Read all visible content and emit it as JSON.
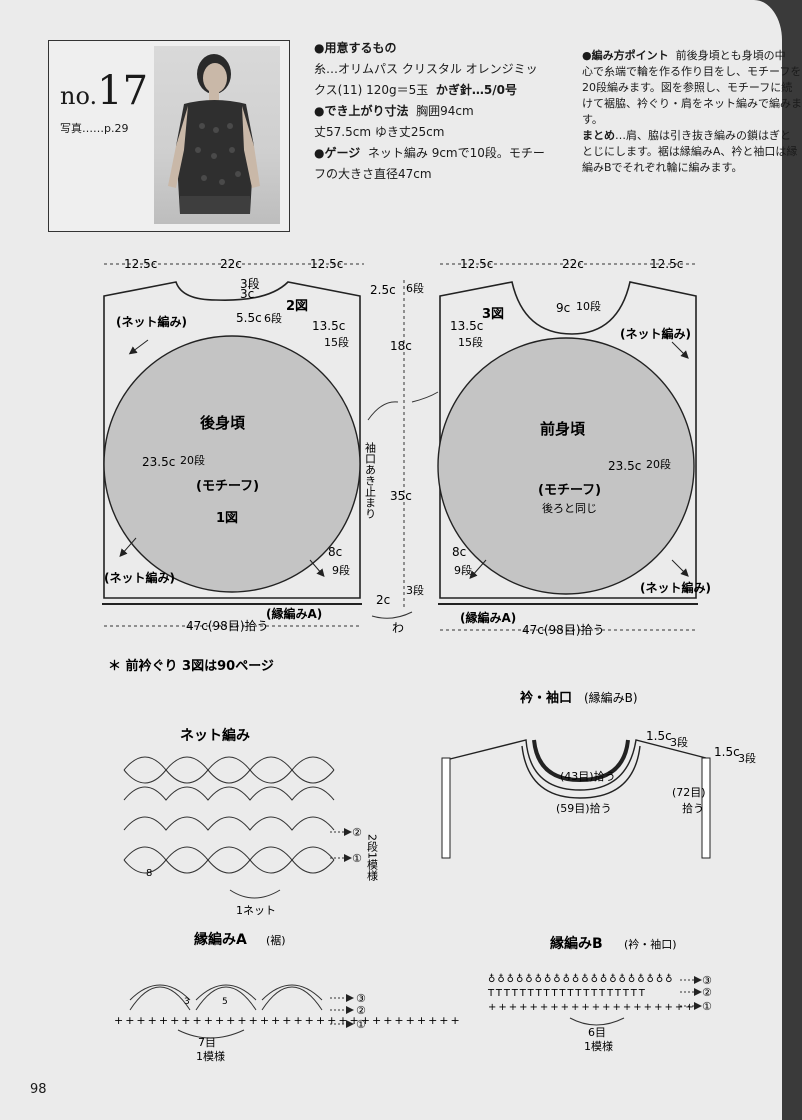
{
  "header": {
    "no_prefix": "no.",
    "no_number": "17",
    "photo_ref": "写真……p.29"
  },
  "materials": {
    "heading": "●用意するもの",
    "line1": "糸…オリムパス クリスタル オレンジミッ",
    "line2": "クス(11) 120g＝5玉",
    "hook": "かぎ針…5/0号",
    "size_heading": "●でき上がり寸法",
    "size1": "胸囲94cm",
    "size2": "丈57.5cm ゆき丈25cm",
    "gauge_heading": "●ゲージ",
    "gauge1": "ネット編み 9cmで10段。モチー",
    "gauge2": "フの大きさ直径47cm"
  },
  "points": {
    "heading": "●編み方ポイント",
    "l1": "前後身頃とも身頃の中",
    "l2": "心で糸端で輪を作る作り目をし、モチーフを",
    "l3": "20段編みます。図を参照し、モチーフに続",
    "l4": "けて裾脇、衿ぐり・肩をネット編みで編みま",
    "l5": "す。",
    "matome_heading": "まとめ",
    "m1": "…肩、脇は引き抜き編みの鎖はぎと",
    "m2": "とじにします。裾は縁編みA、衿と袖口は縁",
    "m3": "編みBでそれぞれ輪に編みます。"
  },
  "back": {
    "d_left": "12.5c",
    "d_mid": "22c",
    "d_right": "12.5c",
    "neck_rows": "3段",
    "neck_depth": "3c",
    "fig": "2図",
    "net": "(ネット編み)",
    "p55": "5.5c",
    "p55_rows": "6段",
    "p135": "13.5c",
    "p135_rows": "15段",
    "title": "後身頃",
    "r235": "23.5c",
    "r235_rows": "20段",
    "motif": "(モチーフ)",
    "fig1": "1図",
    "p8": "8c",
    "p8_rows": "9段",
    "net_bottom": "(ネット編み)",
    "edge": "(縁編みA)",
    "pickup": "47c(98目)拾う"
  },
  "middle": {
    "top": "2.5c",
    "top_rows": "6段",
    "h18": "18c",
    "sleeve": "袖口あき止まり",
    "h35": "35c",
    "bottom": "2c",
    "bottom_rows": "3段",
    "wa": "わ"
  },
  "front": {
    "d_left": "12.5c",
    "d_mid": "22c",
    "d_right": "12.5c",
    "neck": "9c",
    "neck_rows": "10段",
    "fig": "3図",
    "p135": "13.5c",
    "p135_rows": "15段",
    "net": "(ネット編み)",
    "title": "前身頃",
    "r235": "23.5c",
    "r235_rows": "20段",
    "motif": "(モチーフ)",
    "same": "後ろと同じ",
    "p8": "8c",
    "p8_rows": "9段",
    "net_bottom": "(ネット編み)",
    "edge": "(縁編みA)",
    "pickup": "47c(98目)拾う"
  },
  "note": "＊ 前衿ぐり 3図は90ページ",
  "collar": {
    "title": "衿・袖口",
    "sub": "(縁編みB)",
    "h15a": "1.5c",
    "rows3a": "3段",
    "h15b": "1.5c",
    "rows3b": "3段",
    "s43": "(43目)拾う",
    "s59": "(59目)拾う",
    "s72": "(72目)",
    "s72b": "拾う"
  },
  "net_chart": {
    "title": "ネット編み",
    "row2": "②",
    "row1": "①",
    "repeat": "2段1模様",
    "eight": "8",
    "unit": "1ネット"
  },
  "edge_a": {
    "title": "縁編みA",
    "sub": "(裾)",
    "r3": "③",
    "r2": "②",
    "r1": "①",
    "n3": "3",
    "n5": "5",
    "stitches": "7目",
    "repeat": "1模様"
  },
  "edge_b": {
    "title": "縁編みB",
    "sub": "(衿・袖口)",
    "r3": "③",
    "r2": "②",
    "r1": "①",
    "stitches": "6目",
    "repeat": "1模様"
  },
  "page_number": "98"
}
